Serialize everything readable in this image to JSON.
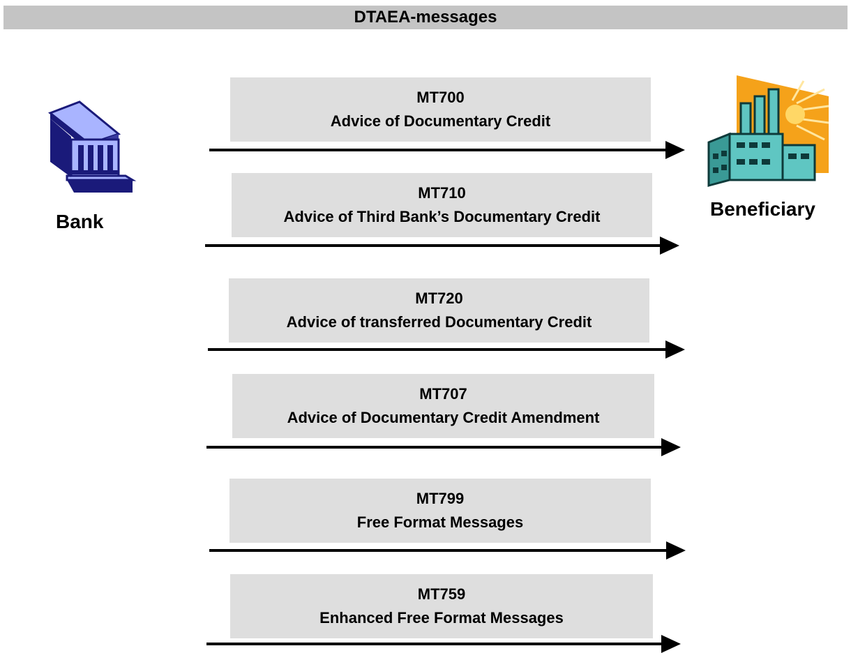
{
  "header": {
    "title": "DTAEA-messages"
  },
  "actors": {
    "bank": {
      "label": "Bank",
      "icon": "bank-building-icon"
    },
    "beneficiary": {
      "label": "Beneficiary",
      "icon": "factory-icon"
    }
  },
  "messages": [
    {
      "code": "MT700",
      "description": "Advice of Documentary Credit"
    },
    {
      "code": "MT710",
      "description": "Advice of Third Bank’s Documentary Credit"
    },
    {
      "code": "MT720",
      "description": "Advice of transferred Documentary Credit"
    },
    {
      "code": "MT707",
      "description": "Advice of Documentary Credit Amendment"
    },
    {
      "code": "MT799",
      "description": "Free Format Messages"
    },
    {
      "code": "MT759",
      "description": "Enhanced Free Format Messages"
    }
  ],
  "colors": {
    "header_bar": "#c4c4c4",
    "message_box": "#dedede",
    "bank_icon_fill": "#a9b4ff",
    "bank_icon_outline": "#1a1a7a",
    "factory_body": "#5fc6c2",
    "factory_background": "#f5a21a"
  }
}
